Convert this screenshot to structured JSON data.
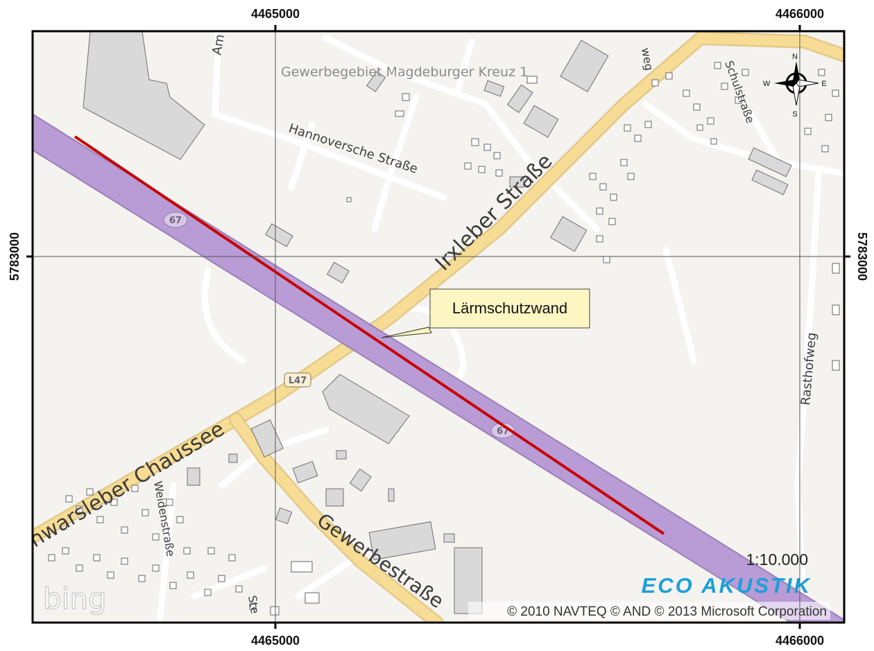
{
  "map": {
    "coords": {
      "x_top_left": "4465000",
      "x_top_right": "4466000",
      "x_bottom_left": "4465000",
      "x_bottom_right": "4466000",
      "y_left": "5783000",
      "y_right": "5783000"
    },
    "area_label": "Gewerbegebiet Magdeburger Kreuz 1",
    "streets": {
      "hannoversche": "Hannoversche Straße",
      "irxleber": "Irxleber Straße",
      "chaussee": "nwarsleber Chaussee",
      "gewerbe": "Gewerbestraße",
      "rasthofweg": "Rasthofweg",
      "schulstrasse": "Schulstraße",
      "amb": "Am",
      "weg_top": "weg",
      "bottom_left_street": "Weidenstraße",
      "bottom_small": "Ste"
    },
    "shields": {
      "a67_upper": "67",
      "a67_lower": "67",
      "l47": "L47"
    },
    "callout": "Lärmschutzwand",
    "scale": "1:10.000",
    "logo": "ECO AKUSTIK",
    "copyright": "© 2010 NAVTEQ © AND © 2013 Microsoft Corporation",
    "bing": "bing",
    "compass": {
      "n": "N",
      "e": "E",
      "s": "S",
      "w": "W"
    },
    "colors": {
      "land": "#f4f3ef",
      "motorway": "#b99bd6",
      "road": "#f7dc95",
      "building": "#d9d9d9",
      "barrier": "#c80000",
      "logo": "#1aa0d8"
    }
  }
}
